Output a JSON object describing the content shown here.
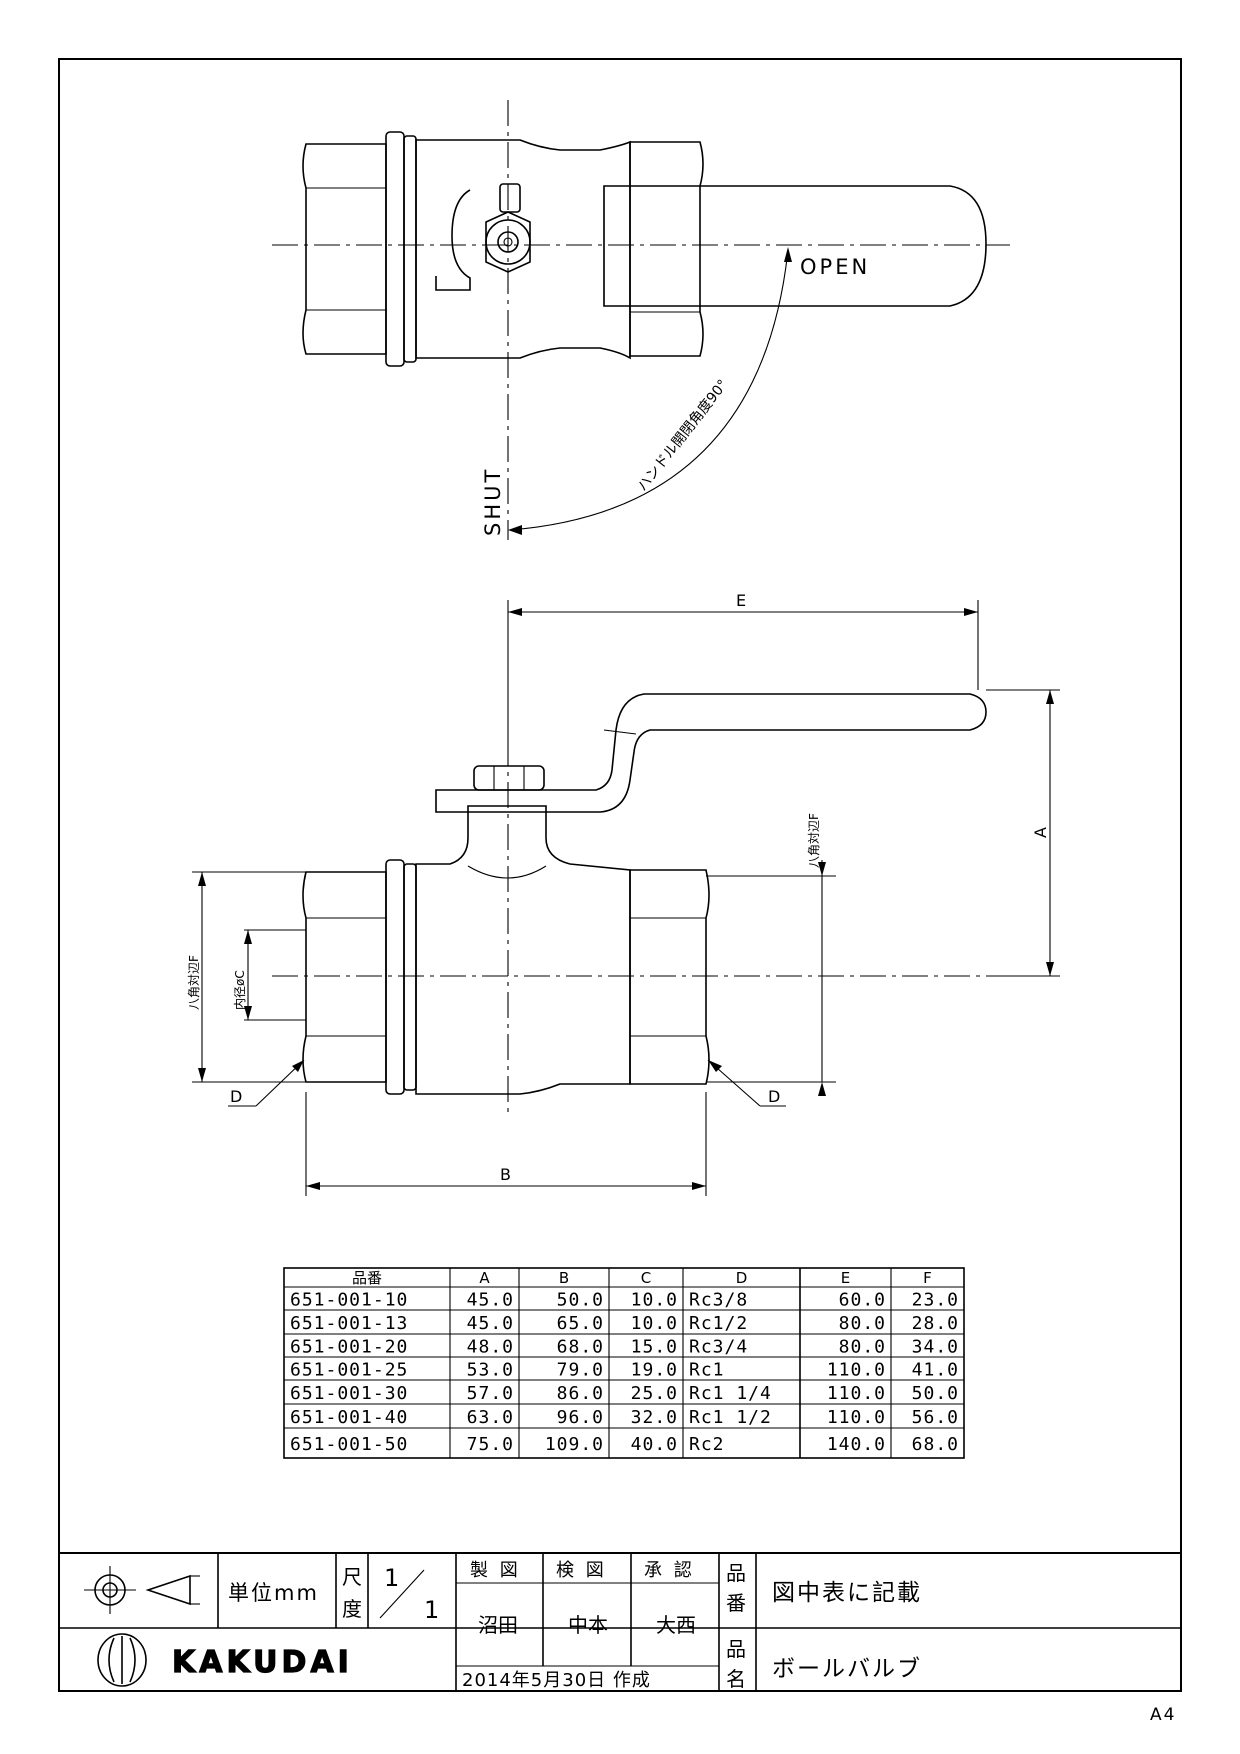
{
  "sheet_size": "A4",
  "top_view": {
    "open_label": "OPEN",
    "shut_label": "SHUT",
    "angle_label": "ハンドル開閉角度90°"
  },
  "front_view": {
    "dim_a": "A",
    "dim_b": "B",
    "dim_e": "E",
    "dim_d_left": "D",
    "dim_d_right": "D",
    "label_oct_left": "八角対辺F",
    "label_oct_right": "八角対辺F",
    "label_bore": "内径øC"
  },
  "table": {
    "headers": [
      "品番",
      "A",
      "B",
      "C",
      "D",
      "E",
      "F"
    ],
    "rows": [
      [
        "651-001-10",
        "45.0",
        "50.0",
        "10.0",
        "Rc3/8",
        "60.0",
        "23.0"
      ],
      [
        "651-001-13",
        "45.0",
        "65.0",
        "10.0",
        "Rc1/2",
        "80.0",
        "28.0"
      ],
      [
        "651-001-20",
        "48.0",
        "68.0",
        "15.0",
        "Rc3/4",
        "80.0",
        "34.0"
      ],
      [
        "651-001-25",
        "53.0",
        "79.0",
        "19.0",
        "Rc1",
        "110.0",
        "41.0"
      ],
      [
        "651-001-30",
        "57.0",
        "86.0",
        "25.0",
        "Rc1 1/4",
        "110.0",
        "50.0"
      ],
      [
        "651-001-40",
        "63.0",
        "96.0",
        "32.0",
        "Rc1 1/2",
        "110.0",
        "56.0"
      ],
      [
        "651-001-50",
        "75.0",
        "109.0",
        "40.0",
        "Rc2",
        "140.0",
        "68.0"
      ]
    ]
  },
  "title_block": {
    "unit_label": "単位mm",
    "scale_label_1": "尺",
    "scale_label_2": "度",
    "scale_num": "1",
    "scale_den": "1",
    "made_by_label": "製 図",
    "checked_label": "検 図",
    "approved_label": "承 認",
    "made_by": "沼田",
    "checked_by": "中本",
    "approved_by": "大西",
    "date": "2014年5月30日 作成",
    "part_no_label_1": "品",
    "part_no_label_2": "番",
    "part_no": "図中表に記載",
    "part_name_label_1": "品",
    "part_name_label_2": "名",
    "part_name": "ボールバルブ",
    "company": "KAKUDAI"
  }
}
